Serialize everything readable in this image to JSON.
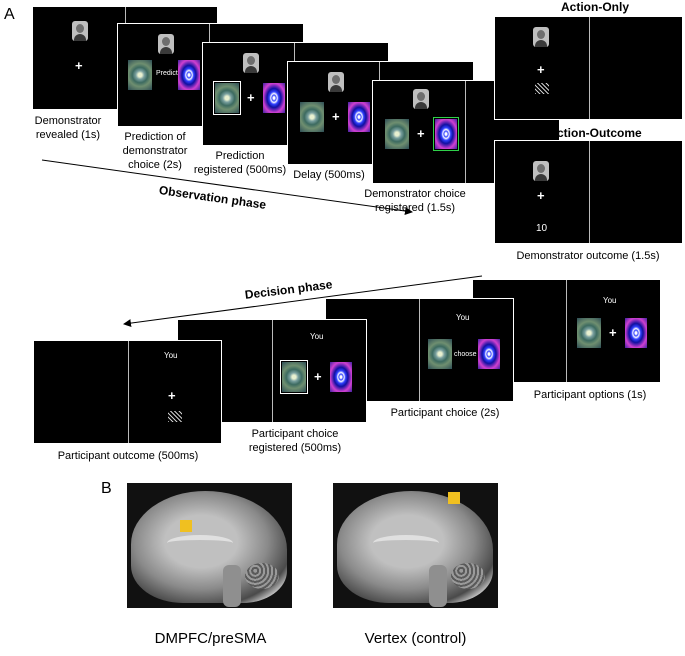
{
  "panels": {
    "a": "A",
    "b": "B"
  },
  "observation": {
    "screen1_caption": "Demonstrator\nrevealed (1s)",
    "screen2_caption": "Prediction of\ndemonstrator\nchoice (2s)",
    "screen2_text": "Predict",
    "screen3_caption": "Prediction\nregistered (500ms)",
    "screen4_caption": "Delay (500ms)",
    "screen5_caption": "Demonstrator choice\nregistered (1.5s)",
    "phase_label": "Observation phase",
    "action_only_title": "Action-Only",
    "action_outcome_title": "Action-Outcome",
    "outcome_value": "10",
    "outcome_caption": "Demonstrator outcome (1.5s)"
  },
  "decision": {
    "phase_label": "Decision phase",
    "you_label": "You",
    "choose_text": "choose",
    "options_caption": "Participant options (1s)",
    "choice_caption": "Participant choice (2s)",
    "registered_caption": "Participant choice\nregistered  (500ms)",
    "outcome_caption": "Participant outcome (500ms)"
  },
  "brain": {
    "left_caption": "DMPFC/preSMA",
    "right_caption": "Vertex (control)",
    "marker_color": "#f0c020"
  },
  "symbols": {
    "fixation": "+"
  }
}
